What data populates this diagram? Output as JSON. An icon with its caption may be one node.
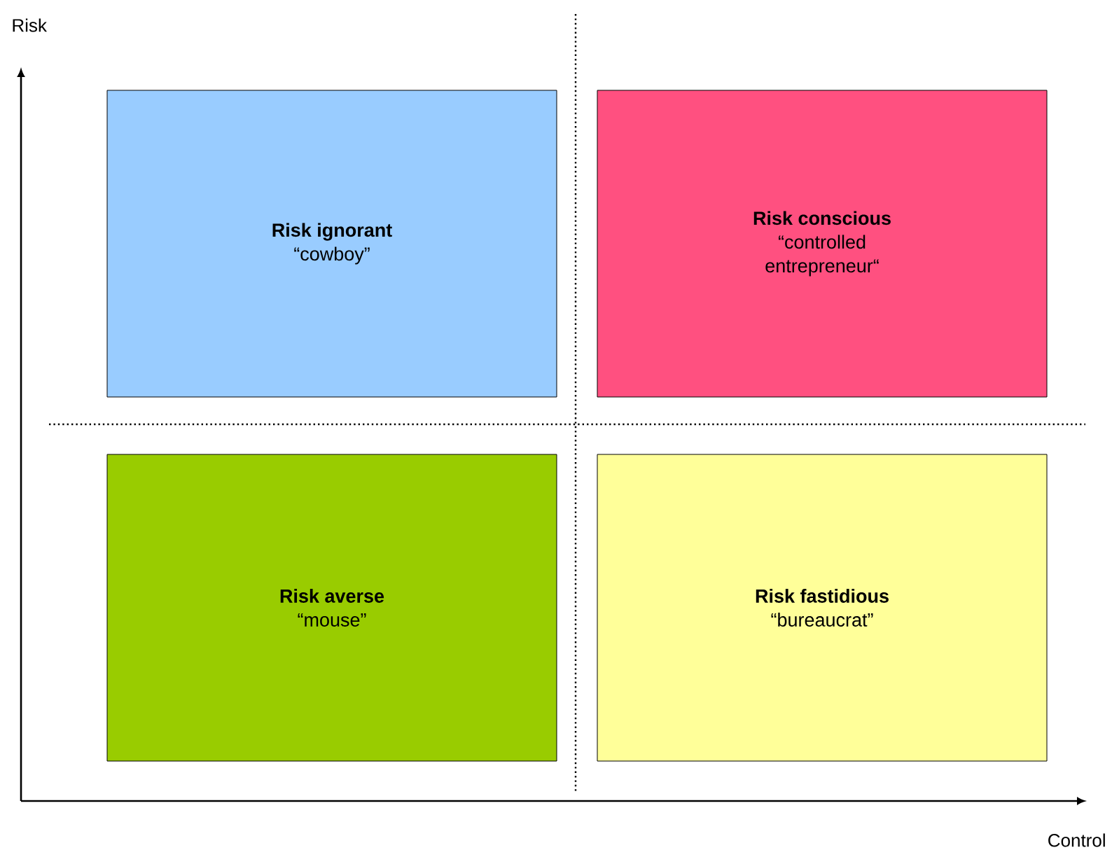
{
  "diagram": {
    "nodes": [
      {
        "text": [
          "Risk ignorant",
          "“cowboy”"
        ]
      },
      {
        "text": [
          "Risk conscious",
          "“controlled entrepreneur“"
        ]
      },
      {
        "text": [
          "Risk averse",
          "“mouse”"
        ]
      },
      {
        "text": [
          "Risk fastidious",
          "“bureaucrat”"
        ]
      }
    ],
    "labels": [
      "Risk",
      "Control"
    ]
  }
}
